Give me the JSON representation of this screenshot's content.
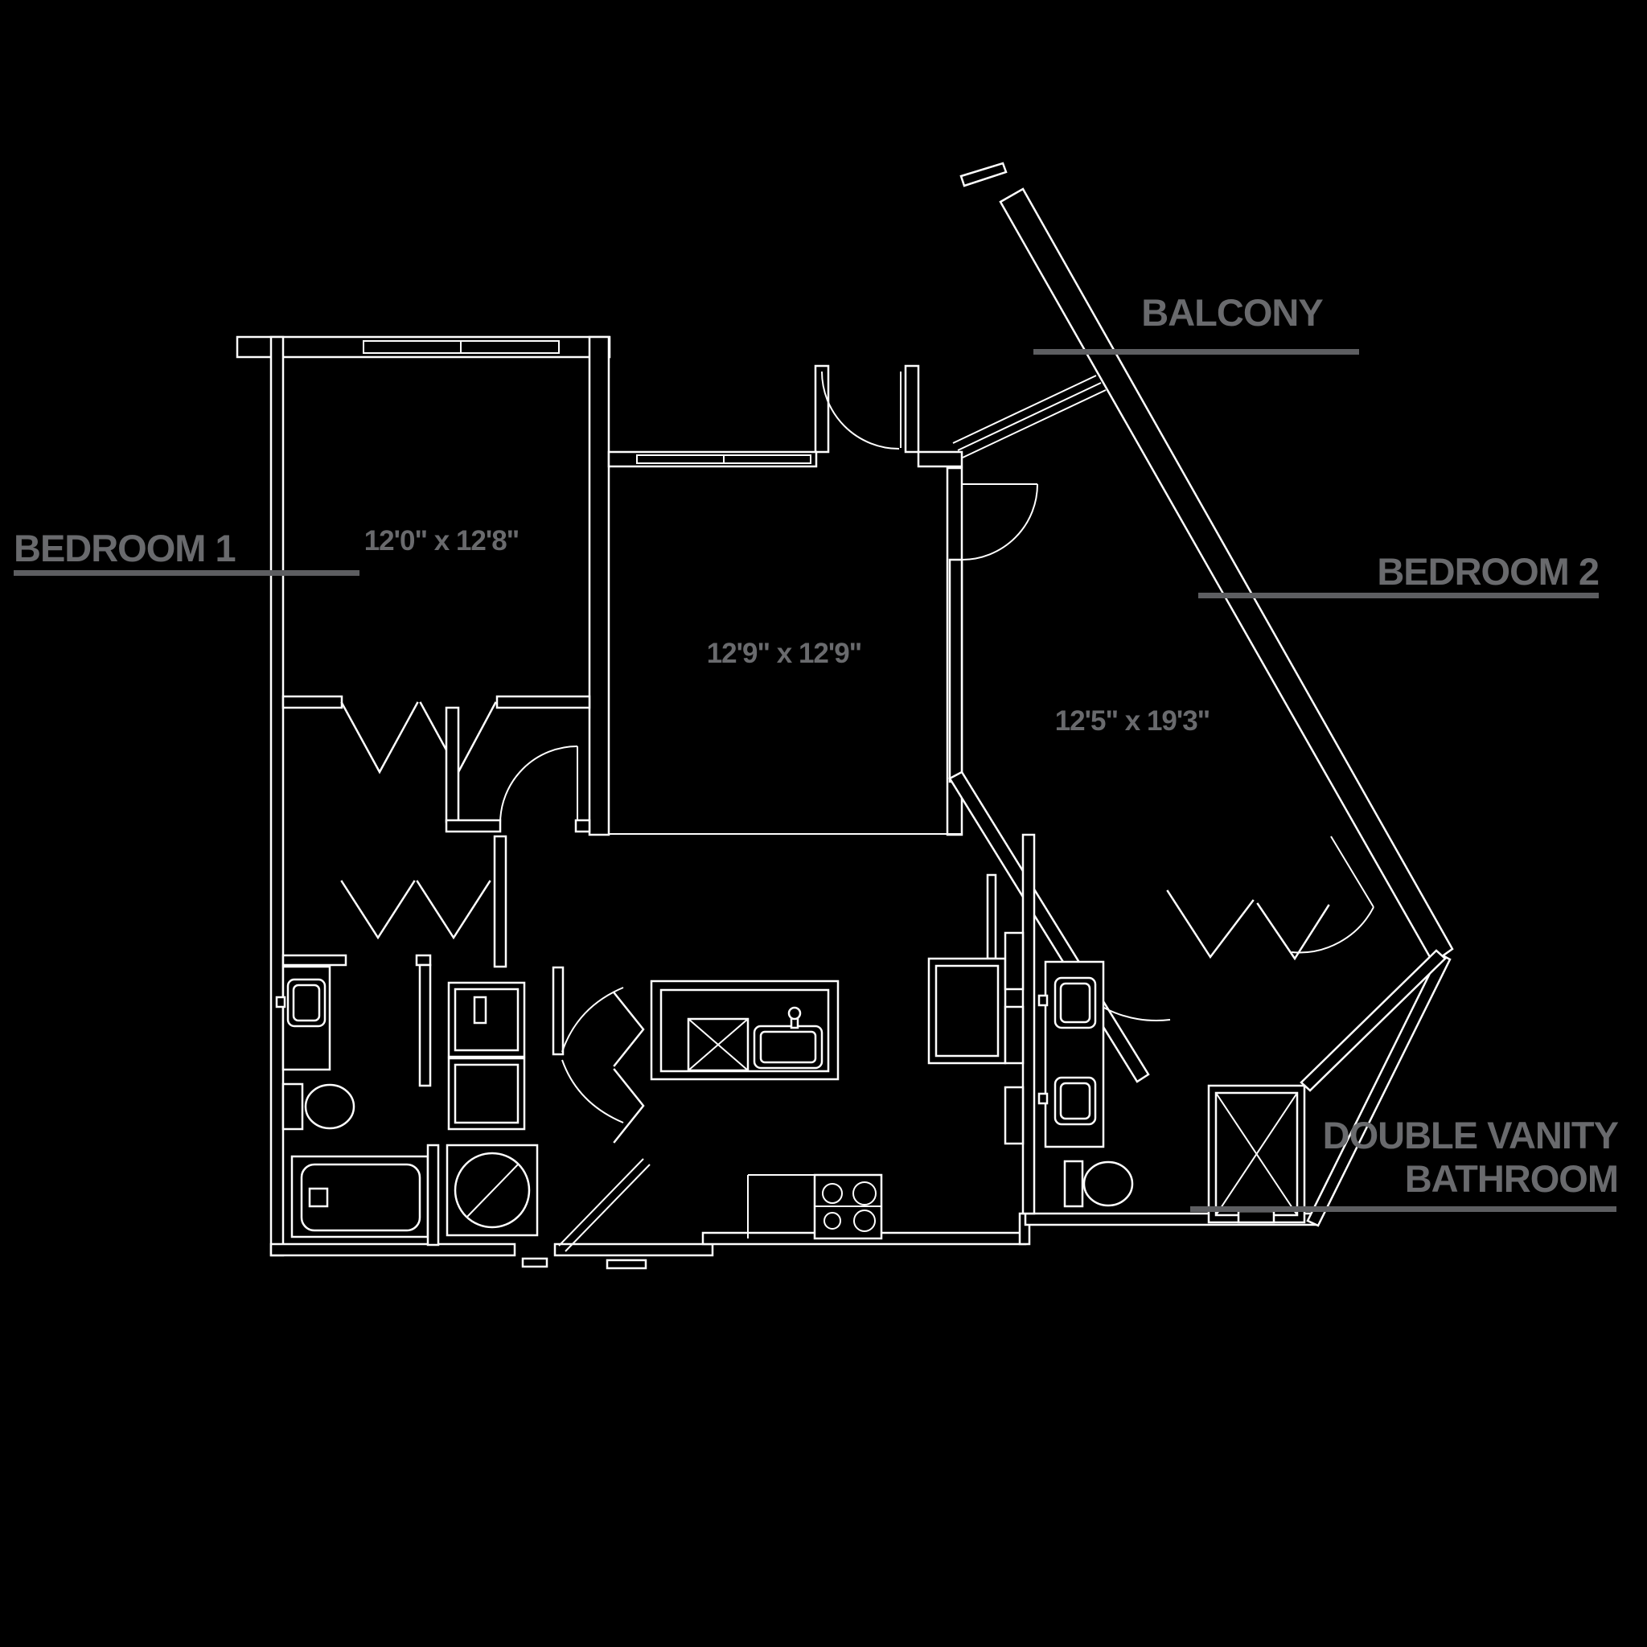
{
  "canvas": {
    "background": "#000000",
    "wall_line_color": "#ffffff",
    "label_color": "#696a6d",
    "underline_color": "#5d5e61"
  },
  "rooms": {
    "bedroom1": {
      "label": "BEDROOM 1",
      "dimensions": "12'0\" x 12'8\""
    },
    "living": {
      "dimensions": "12'9\" x 12'9\""
    },
    "bedroom2": {
      "label": "BEDROOM 2",
      "dimensions": "12'5\" x 19'3\""
    },
    "balcony": {
      "label": "BALCONY"
    },
    "bathroom": {
      "label_line1": "DOUBLE VANITY",
      "label_line2": "BATHROOM"
    }
  },
  "fixtures": [
    "kitchen-island",
    "kitchen-sink",
    "dishwasher",
    "range",
    "refrigerator",
    "pantry-cabinets",
    "washer",
    "dryer",
    "bathtub",
    "toilet",
    "vanity-sink",
    "double-vanity-sinks",
    "shower",
    "sliding-glass-door",
    "entry-door",
    "closet-bifold-doors",
    "balcony-rail"
  ]
}
